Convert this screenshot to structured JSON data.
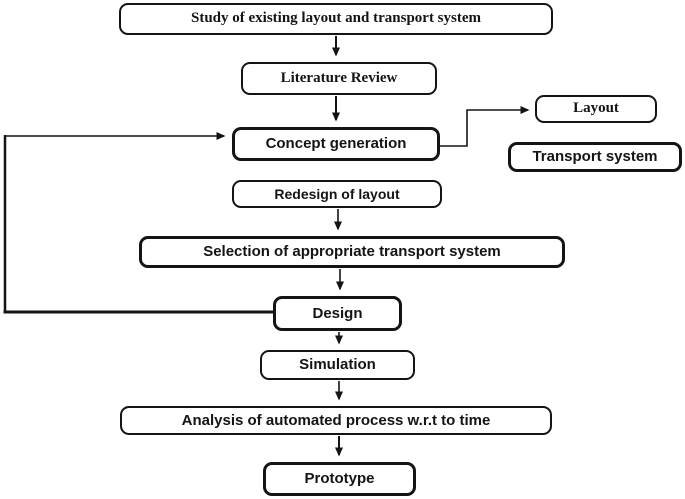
{
  "diagram": {
    "type": "flowchart",
    "title": "Flowchart of study of existing layout and transport system",
    "background_color": "#ffffff",
    "line_color": "#141414",
    "box_fill_color": "#ffffff",
    "nodes": {
      "study": {
        "label": "Study of existing layout and transport system"
      },
      "literature": {
        "label": "Literature Review"
      },
      "concept": {
        "label": "Concept generation"
      },
      "layout": {
        "label": "Layout"
      },
      "transport": {
        "label": "Transport system"
      },
      "redesign": {
        "label": "Redesign of layout"
      },
      "selection": {
        "label": "Selection of appropriate transport system"
      },
      "design": {
        "label": "Design"
      },
      "simulation": {
        "label": "Simulation"
      },
      "analysis": {
        "label": "Analysis of automated process w.r.t to time"
      },
      "prototype": {
        "label": "Prototype"
      }
    },
    "edges": [
      {
        "from": "study",
        "to": "literature",
        "style": "arrow-down"
      },
      {
        "from": "literature",
        "to": "concept",
        "style": "arrow-down"
      },
      {
        "from": "concept",
        "to": "layout",
        "style": "elbow-right-up"
      },
      {
        "from": "redesign",
        "to": "selection",
        "style": "arrow-down"
      },
      {
        "from": "selection",
        "to": "design",
        "style": "arrow-down"
      },
      {
        "from": "design",
        "to": "simulation",
        "style": "arrow-down"
      },
      {
        "from": "simulation",
        "to": "analysis",
        "style": "arrow-down"
      },
      {
        "from": "analysis",
        "to": "prototype",
        "style": "arrow-down"
      },
      {
        "from": "design",
        "to": "concept",
        "style": "feedback-left-loop"
      }
    ]
  }
}
